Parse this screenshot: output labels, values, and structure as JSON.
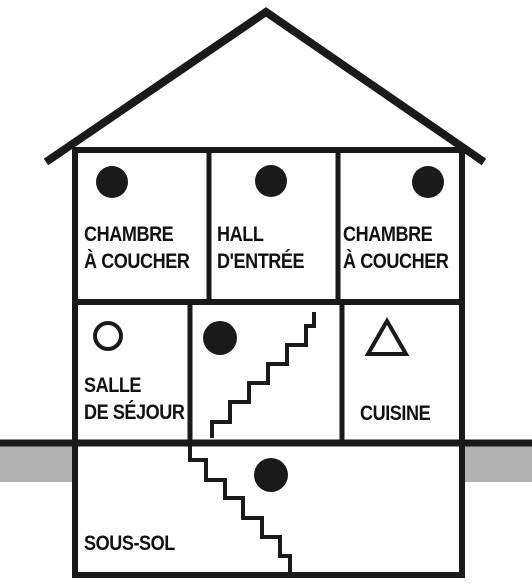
{
  "diagram": {
    "rooms": [
      {
        "id": "bedroom-left",
        "lines": [
          "CHAMBRE",
          "À COUCHER"
        ],
        "symbol": "filled-circle"
      },
      {
        "id": "hall",
        "lines": [
          "HALL",
          "D'ENTRÉE"
        ],
        "symbol": "filled-circle"
      },
      {
        "id": "bedroom-right",
        "lines": [
          "CHAMBRE",
          "À COUCHER"
        ],
        "symbol": "filled-circle"
      },
      {
        "id": "living-room",
        "lines": [
          "SALLE",
          "DE SÉJOUR"
        ],
        "symbol": "open-circle"
      },
      {
        "id": "stairwell",
        "lines": [],
        "symbol": "filled-circle"
      },
      {
        "id": "kitchen",
        "lines": [
          "CUISINE"
        ],
        "symbol": "open-triangle"
      },
      {
        "id": "basement",
        "lines": [
          "SOUS-SOL"
        ],
        "symbol": "filled-circle"
      }
    ],
    "colors": {
      "line": "#1a1a1a",
      "ground": "#b3b3b3",
      "background": "#ffffff"
    }
  }
}
